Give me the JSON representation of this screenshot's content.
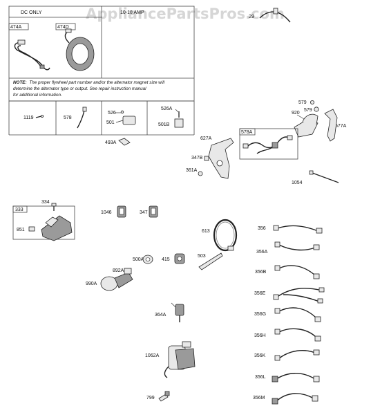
{
  "watermark": "AppliancePartsPros.com",
  "table": {
    "header_left": "DC ONLY",
    "header_right": "10-18 AMP",
    "note_prefix": "NOTE:",
    "note_lines": [
      "The proper flywheel part number and/or the alternator magnet size will",
      "determine the alternator type or output. See repair instruction manual",
      "for additional information."
    ]
  },
  "labels": {
    "p474A": "474A",
    "p474D": "474D",
    "p1119": "1119",
    "p578": "578",
    "p526": "526",
    "p501": "501",
    "p526A": "526A",
    "p501B": "501B",
    "p493A": "493A",
    "p29": "29",
    "p579a": "579",
    "p579b": "579",
    "p920": "920",
    "p577A": "577A",
    "p578A": "578A",
    "p627A": "627A",
    "p347B": "347B",
    "p361A": "361A",
    "p1054": "1054",
    "p333": "333",
    "p334": "334",
    "p851": "851",
    "p1046": "1046",
    "p347": "347",
    "p613": "613",
    "p503": "503",
    "p500A": "500A",
    "p415": "415",
    "p892A": "892A",
    "p990A": "990A",
    "p364A": "364A",
    "p1062A": "1062A",
    "p799": "799",
    "p356": "356",
    "p356A": "356A",
    "p356B": "356B",
    "p356E": "356E",
    "p356G": "356G",
    "p356H": "356H",
    "p356K": "356K",
    "p356L": "356L",
    "p356M": "356M"
  }
}
